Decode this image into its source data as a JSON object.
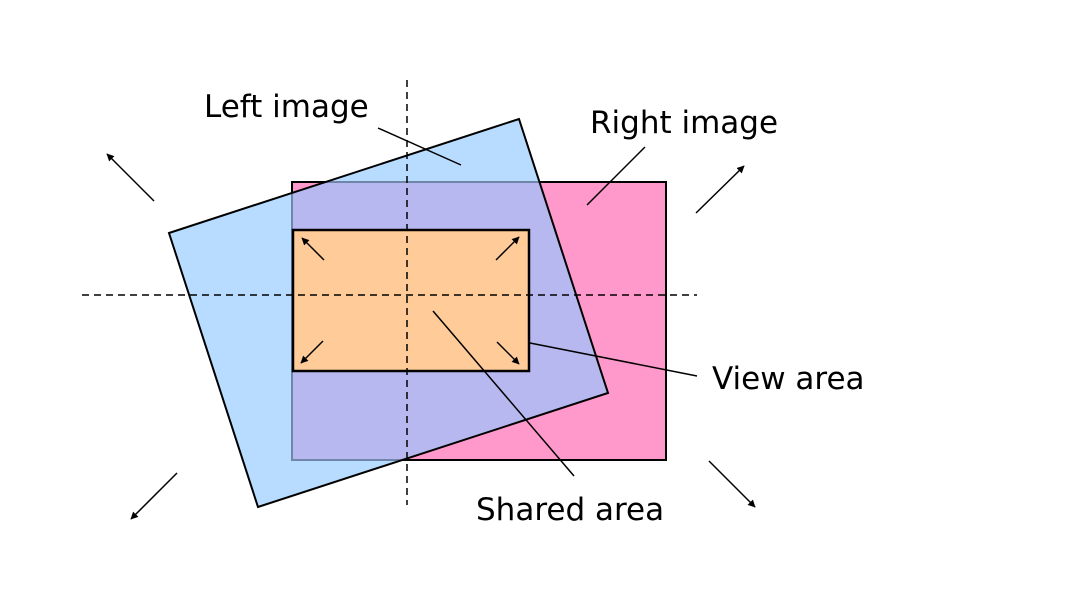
{
  "labels": {
    "left_image": "Left image",
    "right_image": "Right image",
    "view_area": "View area",
    "shared_area": "Shared area"
  },
  "colors": {
    "left_image": "#B8DCFF",
    "right_image": "#FF99CC",
    "shared_area": "#B8B8F0",
    "view_area": "#FFCC99"
  }
}
